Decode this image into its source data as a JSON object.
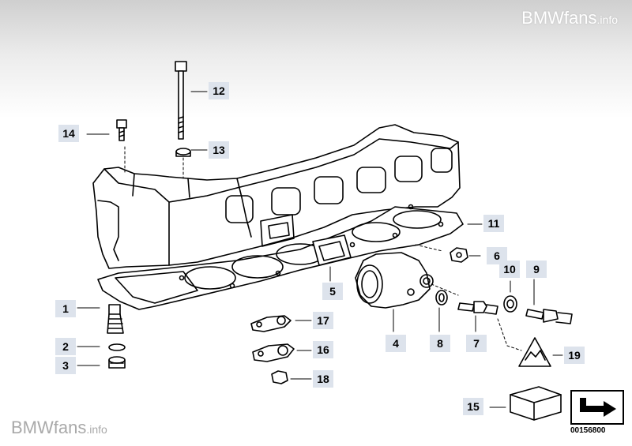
{
  "watermark": {
    "top_brand": "BMWfans",
    "top_suffix": ".info",
    "bottom_brand": "BMWfans",
    "bottom_suffix": ".info"
  },
  "callouts": [
    "1",
    "2",
    "3",
    "4",
    "5",
    "6",
    "7",
    "8",
    "9",
    "10",
    "11",
    "12",
    "13",
    "14",
    "15",
    "16",
    "17",
    "18",
    "19"
  ],
  "reference_number": "00156800",
  "colors": {
    "callout_bg": "#dde3ec",
    "line": "#000000",
    "header_gradient": "#cfcfcf"
  }
}
